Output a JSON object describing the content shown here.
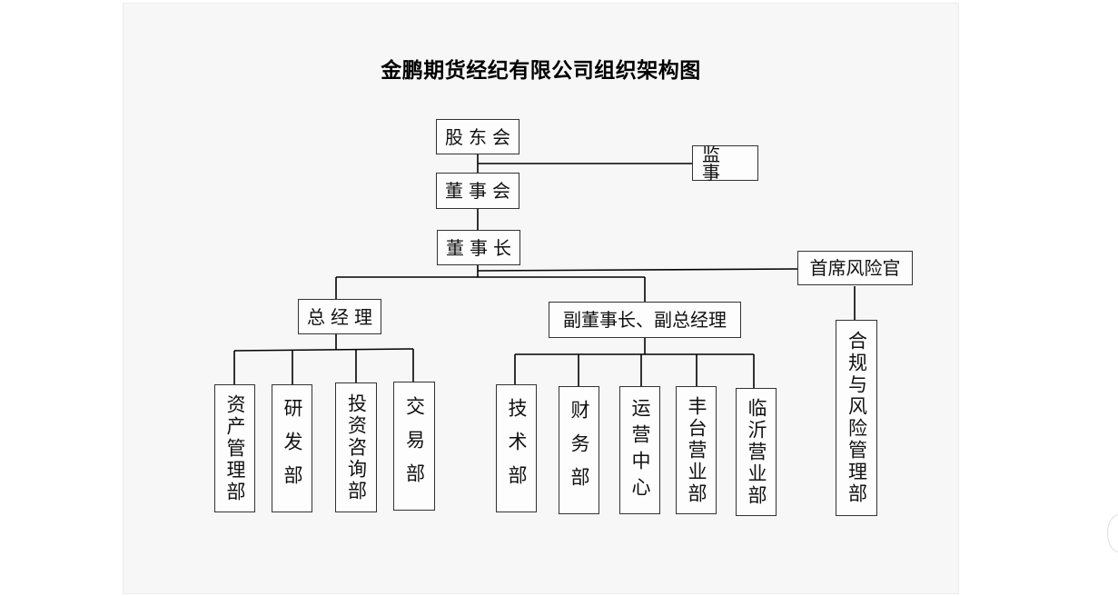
{
  "title": "金鹏期货经纪有限公司组织架构图",
  "nodes": {
    "shareholders": "股东会",
    "supervisor": "监 事",
    "board": "董事会",
    "chairman": "董事长",
    "cro": "首席风险官",
    "gm": "总经理",
    "vice": "副董事长、副总经理",
    "asset": "资产管理部",
    "rnd": "研发部",
    "invest": "投资咨询部",
    "trade": "交易部",
    "tech": "技术部",
    "finance": "财务部",
    "ops": "运营中心",
    "fengtai": "丰台营业部",
    "linyi": "临沂营业部",
    "compliance": "合规与风险管理部"
  }
}
